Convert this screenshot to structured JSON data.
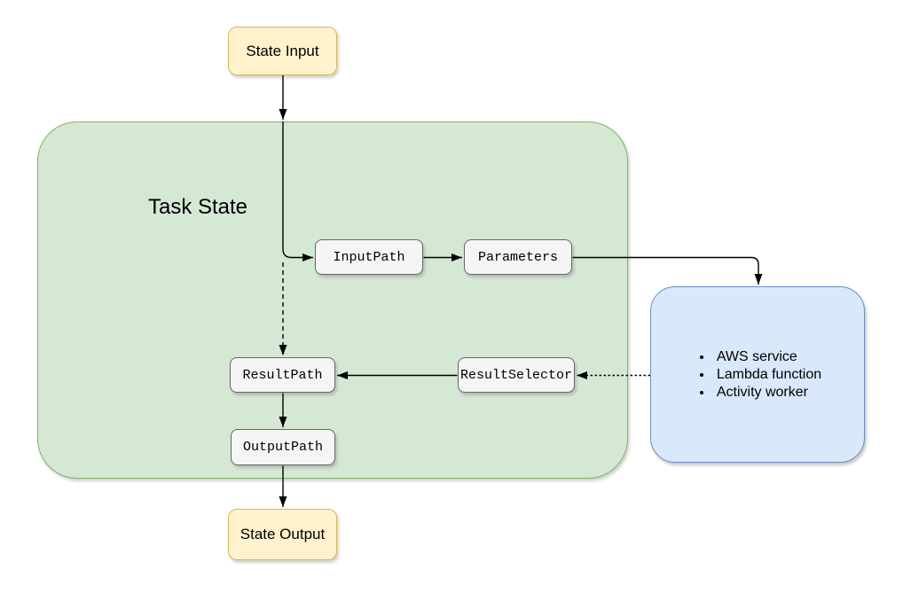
{
  "diagram": {
    "state_input_label": "State Input",
    "task_state_label": "Task State",
    "path_boxes": {
      "input_path": "InputPath",
      "parameters": "Parameters",
      "result_selector": "ResultSelector",
      "result_path": "ResultPath",
      "output_path": "OutputPath"
    },
    "service_box": {
      "items": [
        "AWS service",
        "Lambda function",
        "Activity worker"
      ]
    },
    "state_output_label": "State Output",
    "colors": {
      "state_io_fill": "#FFF2CC",
      "state_io_stroke": "#D6B656",
      "task_state_fill": "#D5E8D4",
      "task_state_stroke": "#82B366",
      "service_fill": "#DAE8FC",
      "service_stroke": "#6C8EBF",
      "path_box_fill": "#F5F5F5",
      "path_box_stroke": "#666666",
      "connector": "#000000"
    }
  }
}
